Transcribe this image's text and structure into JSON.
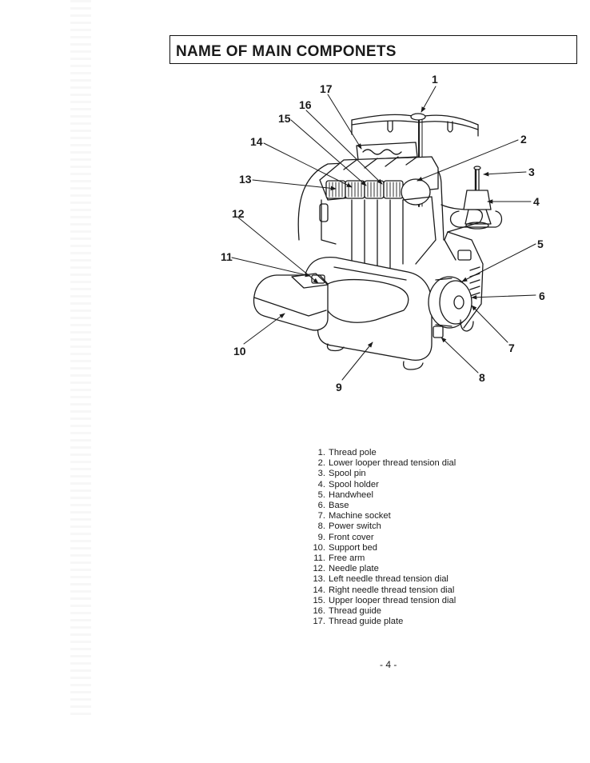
{
  "title": "NAME OF MAIN COMPONETS",
  "callouts": [
    "1",
    "2",
    "3",
    "4",
    "5",
    "6",
    "7",
    "8",
    "9",
    "10",
    "11",
    "12",
    "13",
    "14",
    "15",
    "16",
    "17"
  ],
  "components": [
    {
      "num": "1.",
      "label": "Thread pole"
    },
    {
      "num": "2.",
      "label": "Lower looper thread tension dial"
    },
    {
      "num": "3.",
      "label": "Spool pin"
    },
    {
      "num": "4.",
      "label": "Spool holder"
    },
    {
      "num": "5.",
      "label": "Handwheel"
    },
    {
      "num": "6.",
      "label": "Base"
    },
    {
      "num": "7.",
      "label": "Machine socket"
    },
    {
      "num": "8.",
      "label": "Power switch"
    },
    {
      "num": "9.",
      "label": "Front cover"
    },
    {
      "num": "10.",
      "label": "Support bed"
    },
    {
      "num": "11.",
      "label": "Free arm"
    },
    {
      "num": "12.",
      "label": "Needle plate"
    },
    {
      "num": "13.",
      "label": "Left needle thread tension dial"
    },
    {
      "num": "14.",
      "label": "Right needle thread tension dial"
    },
    {
      "num": "15.",
      "label": "Upper looper thread tension dial"
    },
    {
      "num": "16.",
      "label": "Thread guide"
    },
    {
      "num": "17.",
      "label": "Thread guide plate"
    }
  ],
  "page_number": "- 4 -"
}
